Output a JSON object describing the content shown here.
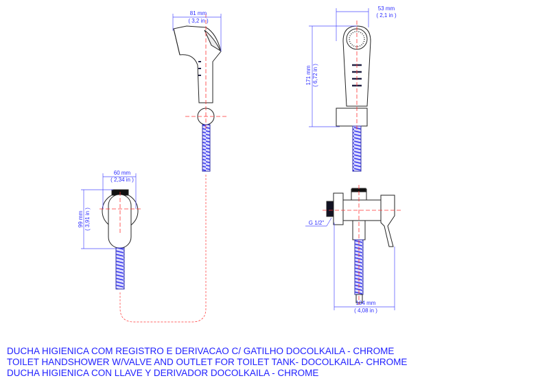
{
  "dimensions": {
    "handshower_width": {
      "mm": "81 mm",
      "in": "( 3,2 in )"
    },
    "handshower_front_width": {
      "mm": "53 mm",
      "in": "( 2,1 in )"
    },
    "handshower_height": {
      "mm": "171 mm",
      "in": "( 6,72 in )"
    },
    "valve_width": {
      "mm": "60 mm",
      "in": "( 2,34 in )"
    },
    "valve_height": {
      "mm": "99 mm",
      "in": "( 3,91 in )"
    },
    "assembly_width": {
      "mm": "104 mm",
      "in": "( 4,08 in )"
    },
    "thread": "G 1/2\""
  },
  "titles": [
    "DUCHA HIGIENICA COM REGISTRO E DERIVACAO C/ GATILHO DOCOLKAILA - CHROME",
    "TOILET HANDSHOWER W/VALVE AND OUTLET FOR TOILET TANK- DOCOLKAILA- CHROME",
    "DUCHA HIGIENICA CON LLAVE Y DERIVADOR DOCOLKAILA - CHROME"
  ],
  "colors": {
    "dimension": "#2a2aff",
    "centerline": "#ff3030",
    "outline": "#222222",
    "hose": "#6a6aff"
  }
}
